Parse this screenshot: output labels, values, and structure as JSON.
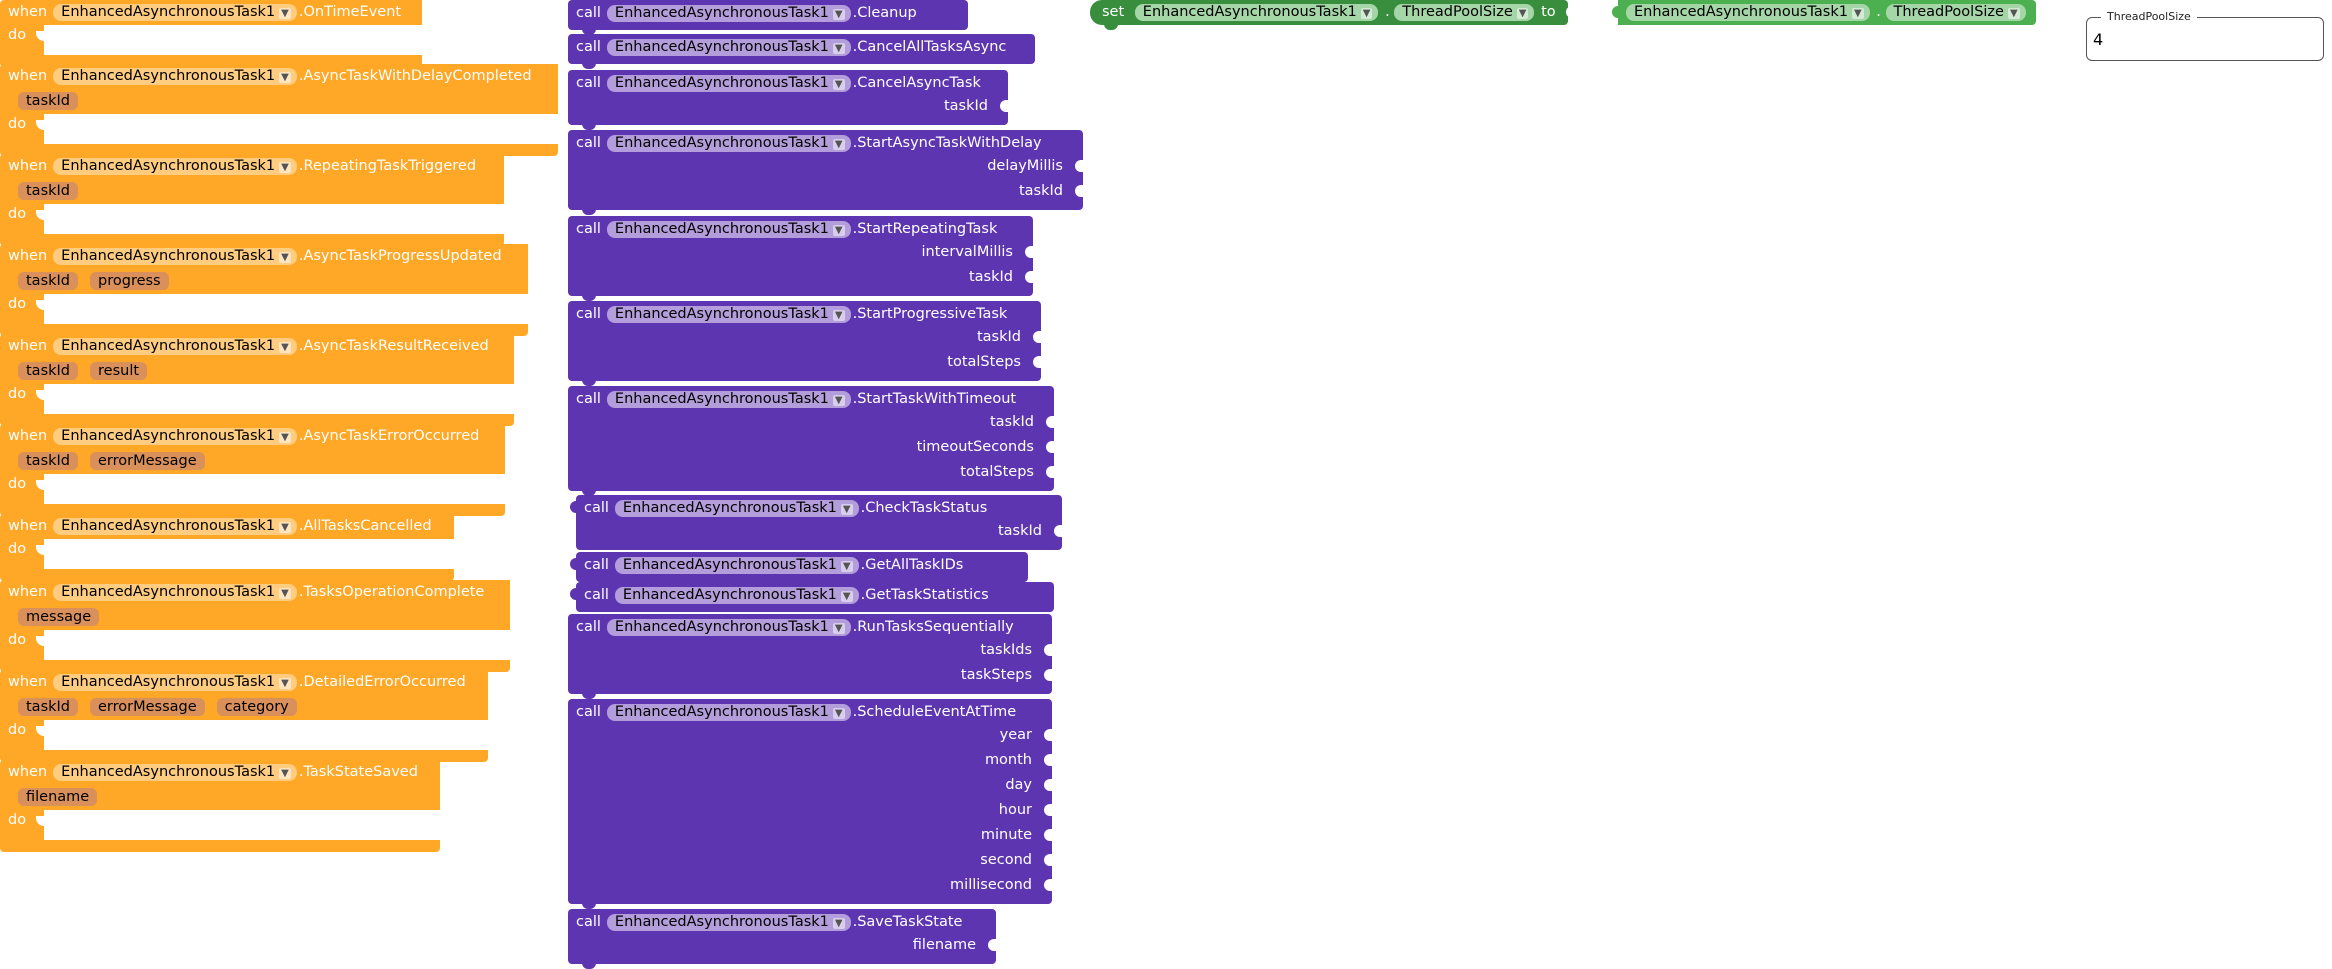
{
  "component": "EnhancedAsynchronousTask1",
  "keywords": {
    "when": "when",
    "do": "do",
    "call": "call",
    "set": "set",
    "to": "to"
  },
  "events": [
    {
      "name": ".OnTimeEvent",
      "params": []
    },
    {
      "name": ".AsyncTaskWithDelayCompleted",
      "params": [
        "taskId"
      ]
    },
    {
      "name": ".RepeatingTaskTriggered",
      "params": [
        "taskId"
      ]
    },
    {
      "name": ".AsyncTaskProgressUpdated",
      "params": [
        "taskId",
        "progress"
      ]
    },
    {
      "name": ".AsyncTaskResultReceived",
      "params": [
        "taskId",
        "result"
      ]
    },
    {
      "name": ".AsyncTaskErrorOccurred",
      "params": [
        "taskId",
        "errorMessage"
      ]
    },
    {
      "name": ".AllTasksCancelled",
      "params": []
    },
    {
      "name": ".TasksOperationComplete",
      "params": [
        "message"
      ]
    },
    {
      "name": ".DetailedErrorOccurred",
      "params": [
        "taskId",
        "errorMessage",
        "category"
      ]
    },
    {
      "name": ".TaskStateSaved",
      "params": [
        "filename"
      ]
    }
  ],
  "methods": [
    {
      "name": ".Cleanup",
      "args": [],
      "returns": false
    },
    {
      "name": ".CancelAllTasksAsync",
      "args": [],
      "returns": false
    },
    {
      "name": ".CancelAsyncTask",
      "args": [
        "taskId"
      ],
      "returns": false
    },
    {
      "name": ".StartAsyncTaskWithDelay",
      "args": [
        "delayMillis",
        "taskId"
      ],
      "returns": false
    },
    {
      "name": ".StartRepeatingTask",
      "args": [
        "intervalMillis",
        "taskId"
      ],
      "returns": false
    },
    {
      "name": ".StartProgressiveTask",
      "args": [
        "taskId",
        "totalSteps"
      ],
      "returns": false
    },
    {
      "name": ".StartTaskWithTimeout",
      "args": [
        "taskId",
        "timeoutSeconds",
        "totalSteps"
      ],
      "returns": false
    },
    {
      "name": ".CheckTaskStatus",
      "args": [
        "taskId"
      ],
      "returns": true
    },
    {
      "name": ".GetAllTaskIDs",
      "args": [],
      "returns": true
    },
    {
      "name": ".GetTaskStatistics",
      "args": [],
      "returns": true
    },
    {
      "name": ".RunTasksSequentially",
      "args": [
        "taskIds",
        "taskSteps"
      ],
      "returns": false
    },
    {
      "name": ".ScheduleEventAtTime",
      "args": [
        "year",
        "month",
        "day",
        "hour",
        "minute",
        "second",
        "millisecond"
      ],
      "returns": false
    },
    {
      "name": ".SaveTaskState",
      "args": [
        "filename"
      ],
      "returns": false
    }
  ],
  "setter": {
    "property": "ThreadPoolSize",
    "dot": "."
  },
  "getter": {
    "property": "ThreadPoolSize",
    "dot": "."
  },
  "property_box": {
    "label": "ThreadPoolSize",
    "value": "4"
  },
  "colors": {
    "event": "#ffa726",
    "method": "#5e35b1",
    "setter": "#388e3c",
    "getter": "#4caf50"
  }
}
